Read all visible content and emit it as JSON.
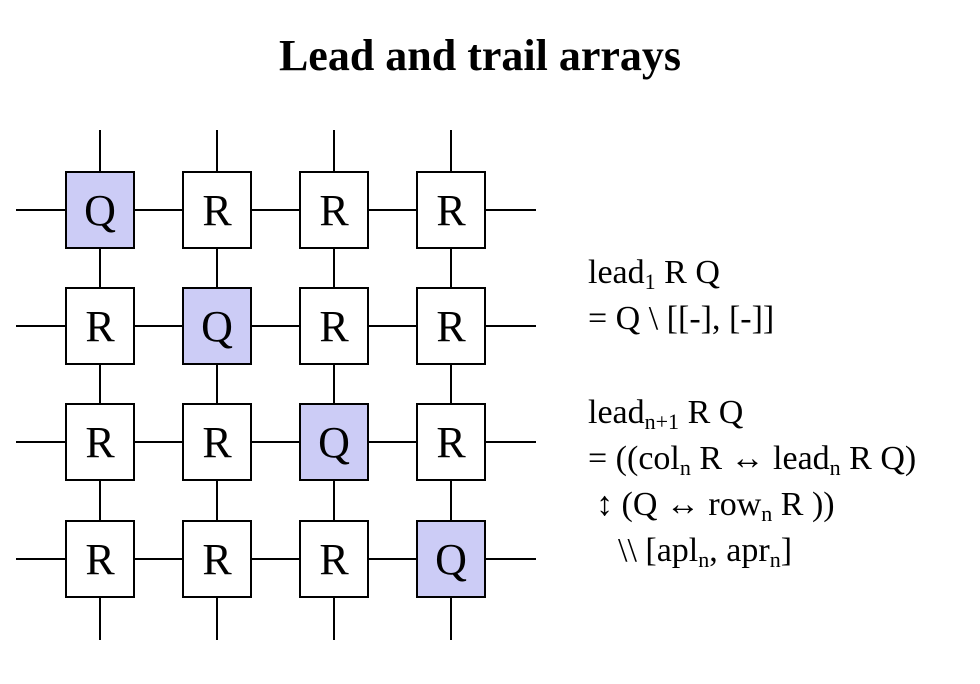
{
  "title": "Lead and trail arrays",
  "colors": {
    "q_fill": "#ccccf6",
    "r_fill": "#ffffff",
    "line": "#000000"
  },
  "grid": {
    "rows": [
      [
        "Q",
        "R",
        "R",
        "R"
      ],
      [
        "R",
        "Q",
        "R",
        "R"
      ],
      [
        "R",
        "R",
        "Q",
        "R"
      ],
      [
        "R",
        "R",
        "R",
        "Q"
      ]
    ]
  },
  "equations": {
    "lead1": {
      "lhs": "lead",
      "sub": "1",
      "rest": " R Q",
      "line2": "= Q \\ [[-], [-]]"
    },
    "leadn1": {
      "lhs": "lead",
      "sub": "n+1",
      "rest": " R Q",
      "l2_a": "= ((col",
      "l2_sub1": "n",
      "l2_b": " R ↔ lead",
      "l2_sub2": "n",
      "l2_c": " R Q)",
      "l3_arrow": "↕",
      "l3_a": " (Q ↔ row",
      "l3_sub": "n",
      "l3_b": " R ))",
      "l4_a": "\\\\ [apl",
      "l4_sub1": "n",
      "l4_b": ", apr",
      "l4_sub2": "n",
      "l4_c": "]"
    }
  }
}
